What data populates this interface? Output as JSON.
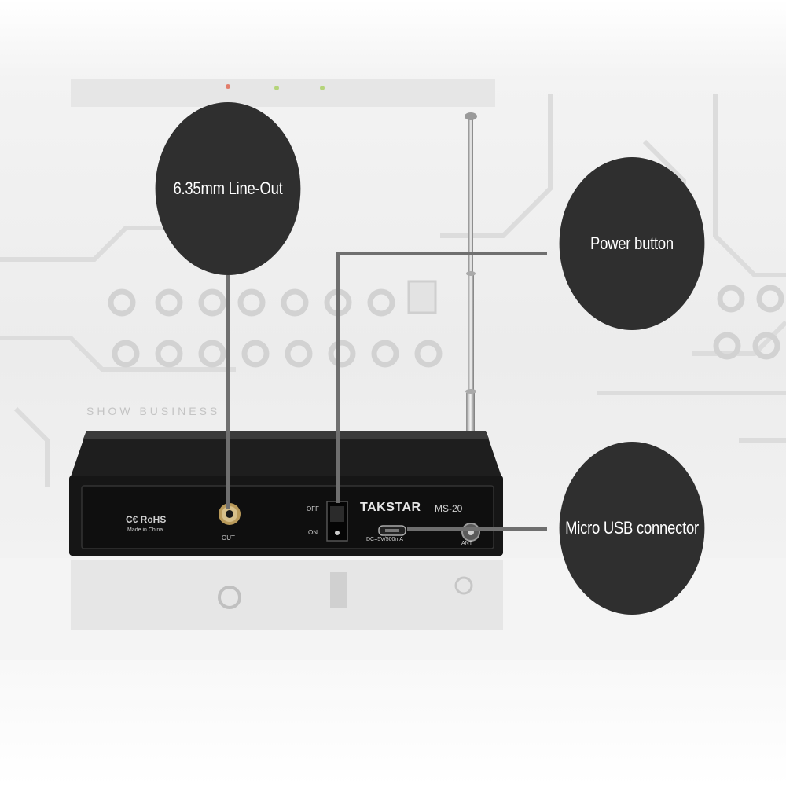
{
  "callouts": {
    "line_out": "6.35mm Line-Out",
    "power": "Power button",
    "usb": "Micro USB connector"
  },
  "device": {
    "brand": "TAKSTAR",
    "model": "MS-20",
    "certs": "C€ RoHS",
    "made_in": "Made in China",
    "out_label": "OUT",
    "switch_off": "OFF",
    "switch_on": "ON",
    "dc_label": "DC=5V/500mA",
    "ant_label": "ANT"
  },
  "background": {
    "slogan": "SHOW BUSINESS"
  }
}
